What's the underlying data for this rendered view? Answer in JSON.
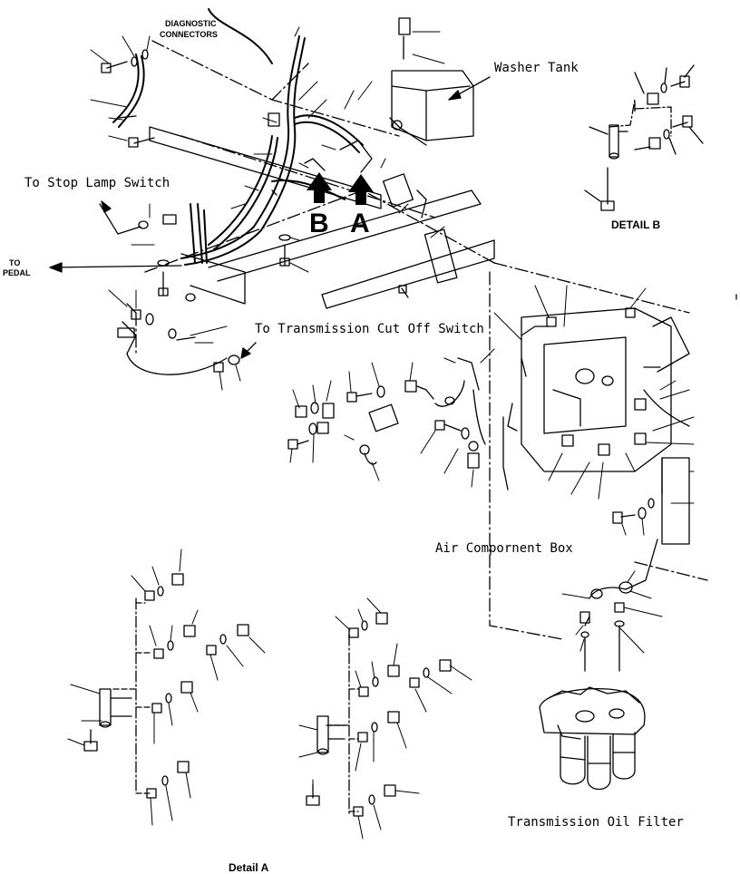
{
  "labels": {
    "diagnostic_connectors": "DIAGNOSTIC\nCONNECTORS",
    "diag_line1": "DIAGNOSTIC",
    "diag_line2": "CONNECTORS",
    "washer_tank": "Washer Tank",
    "stop_lamp_switch": "To Stop Lamp Switch",
    "to_pedal_line1": "TO",
    "to_pedal_line2": "PEDAL",
    "marker_b": "B",
    "marker_a": "A",
    "detail_b": "DETAIL B",
    "transmission_cut_off": "To Transmission Cut Off Switch",
    "air_component_box": "Air Compornent Box",
    "transmission_oil_filter": "Transmission Oil Filter",
    "detail_a": "Detail A"
  },
  "colors": {
    "ink": "#000000",
    "paper": "#ffffff"
  }
}
